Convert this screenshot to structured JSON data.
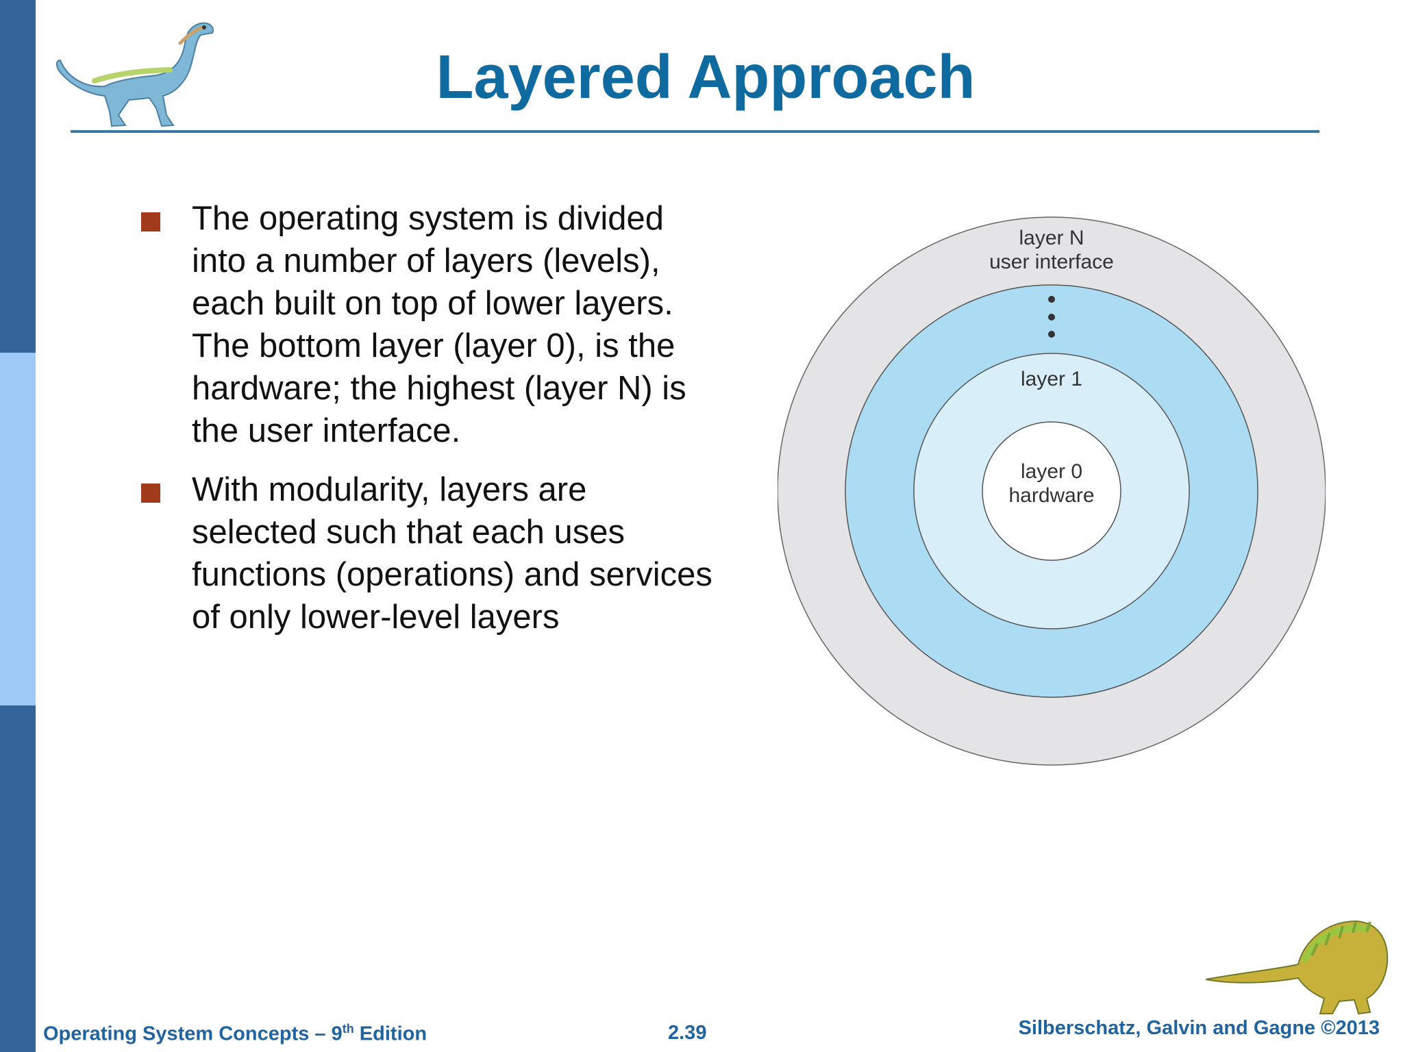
{
  "slide": {
    "title": "Layered Approach",
    "bullets": [
      "The operating system is divided into a number of layers (levels), each built on top of lower layers.  The bottom layer (layer 0), is the hardware; the highest (layer N) is the user interface.",
      "With modularity, layers are selected such that each uses functions (operations) and services of only lower-level layers"
    ]
  },
  "diagram": {
    "layer_n_label": "layer N",
    "layer_n_sub": "user interface",
    "ellipsis": "⋮",
    "layer_1_label": "layer 1",
    "layer_0_label": "layer 0",
    "layer_0_sub": "hardware",
    "colors": {
      "outer_ring": "#e4e4e6",
      "middle_ring": "#abdcf4",
      "inner_ring": "#d8eef9",
      "core": "#ffffff"
    }
  },
  "footer": {
    "book_prefix": "Operating System Concepts – 9",
    "book_sup": "th",
    "book_suffix": " Edition",
    "page": "2.39",
    "copyright": "Silberschatz, Galvin and Gagne ©2013"
  },
  "theme": {
    "title_color": "#0f6aa0",
    "sidebar_dark": "#34659a",
    "sidebar_light": "#9ecaf7",
    "bullet_color": "#a23a1c"
  }
}
